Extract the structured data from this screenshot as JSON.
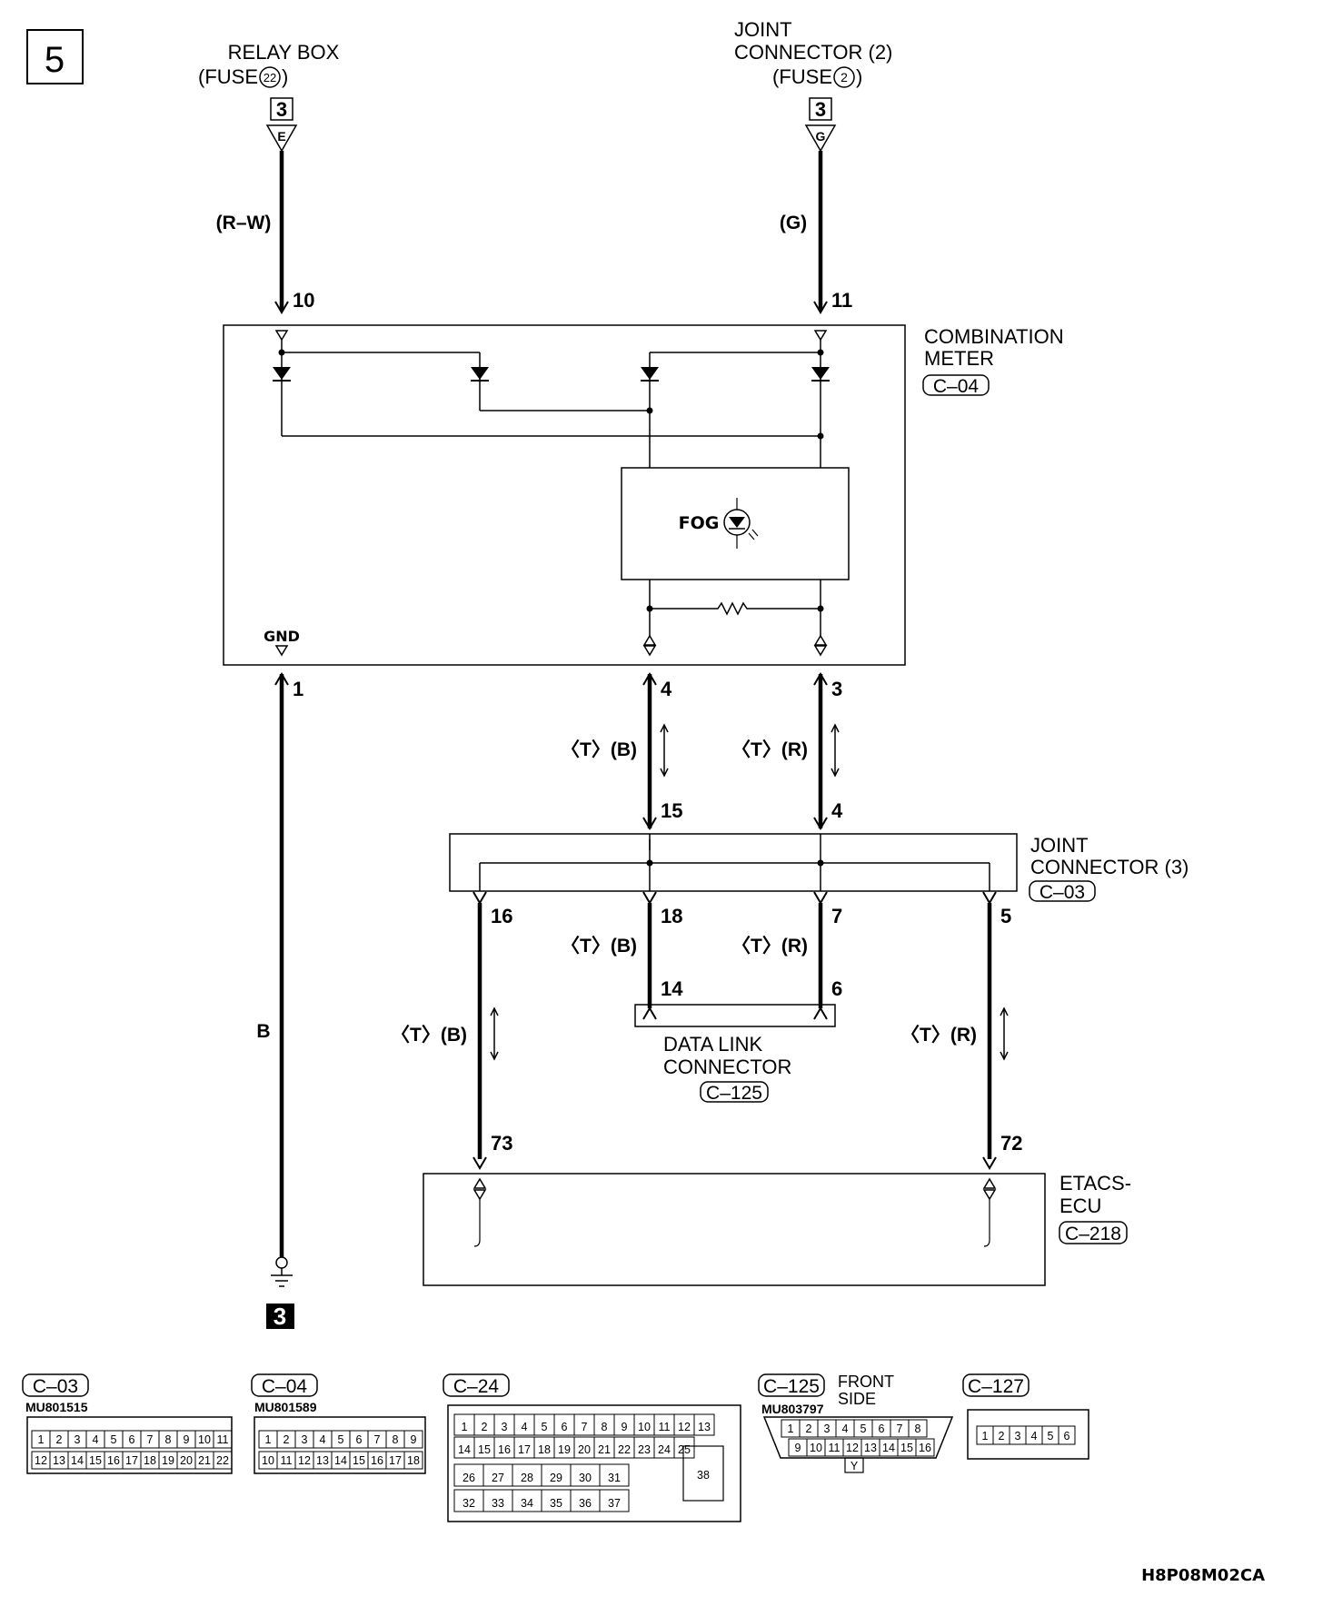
{
  "page_number": "5",
  "top_sources": {
    "left": {
      "line1": "RELAY BOX",
      "line2": "(FUSE",
      "fuse": "22",
      "line2_end": ")",
      "conn_num": "3",
      "conn_letter": "E",
      "wire": "(R–W)",
      "pin": "10"
    },
    "right": {
      "line1": "JOINT",
      "line2": "CONNECTOR (2)",
      "line3": "(FUSE",
      "fuse": "2",
      "line3_end": ")",
      "conn_num": "3",
      "conn_letter": "G",
      "wire": "(G)",
      "pin": "11"
    }
  },
  "combination_meter": {
    "title1": "COMBINATION",
    "title2": "METER",
    "connector": "C–04",
    "gnd": "GND",
    "fog": "FOG"
  },
  "meter_pins": {
    "gnd": "1",
    "can_l": "4",
    "can_h": "3"
  },
  "wires": {
    "tb": "〈T〉(B)",
    "tr": "〈T〉(R)",
    "b": "B"
  },
  "joint_connector3": {
    "title1": "JOINT",
    "title2": "CONNECTOR (3)",
    "connector": "C–03",
    "pins": {
      "top_l": "15",
      "top_r": "4",
      "p16": "16",
      "p18": "18",
      "p7": "7",
      "p5": "5"
    }
  },
  "data_link": {
    "title1": "DATA LINK",
    "title2": "CONNECTOR",
    "connector": "C–125",
    "pins": {
      "l": "14",
      "r": "6"
    }
  },
  "etacs": {
    "title1": "ETACS-",
    "title2": "ECU",
    "connector": "C–218",
    "pins": {
      "l": "73",
      "r": "72"
    }
  },
  "ground_ref": "3",
  "connector_views": {
    "c03": {
      "label": "C–03",
      "part": "MU801515",
      "row1": [
        "1",
        "2",
        "3",
        "4",
        "5",
        "6",
        "7",
        "8",
        "9",
        "10",
        "11"
      ],
      "row2": [
        "12",
        "13",
        "14",
        "15",
        "16",
        "17",
        "18",
        "19",
        "20",
        "21",
        "22"
      ]
    },
    "c04": {
      "label": "C–04",
      "part": "MU801589",
      "row1": [
        "1",
        "2",
        "3",
        "4",
        "5",
        "6",
        "7",
        "8",
        "9"
      ],
      "row2": [
        "10",
        "11",
        "12",
        "13",
        "14",
        "15",
        "16",
        "17",
        "18"
      ]
    },
    "c24": {
      "label": "C–24",
      "row1": [
        "1",
        "2",
        "3",
        "4",
        "5",
        "6",
        "7",
        "8",
        "9",
        "10",
        "11",
        "12",
        "13"
      ],
      "row2": [
        "14",
        "15",
        "16",
        "17",
        "18",
        "19",
        "20",
        "21",
        "22",
        "23",
        "24",
        "25"
      ],
      "row3": [
        "26",
        "27",
        "28",
        "29",
        "30",
        "31"
      ],
      "row4": [
        "32",
        "33",
        "34",
        "35",
        "36",
        "37"
      ],
      "big": "38"
    },
    "c125": {
      "label": "C–125",
      "part": "MU803797",
      "side1": "FRONT",
      "side2": "SIDE",
      "row1": [
        "1",
        "2",
        "3",
        "4",
        "5",
        "6",
        "7",
        "8"
      ],
      "row2": [
        "9",
        "10",
        "11",
        "12",
        "13",
        "14",
        "15",
        "16"
      ],
      "key": "Y"
    },
    "c127": {
      "label": "C–127",
      "row": [
        "1",
        "2",
        "3",
        "4",
        "5",
        "6"
      ]
    }
  },
  "footer_code": "H8P08M02CA"
}
